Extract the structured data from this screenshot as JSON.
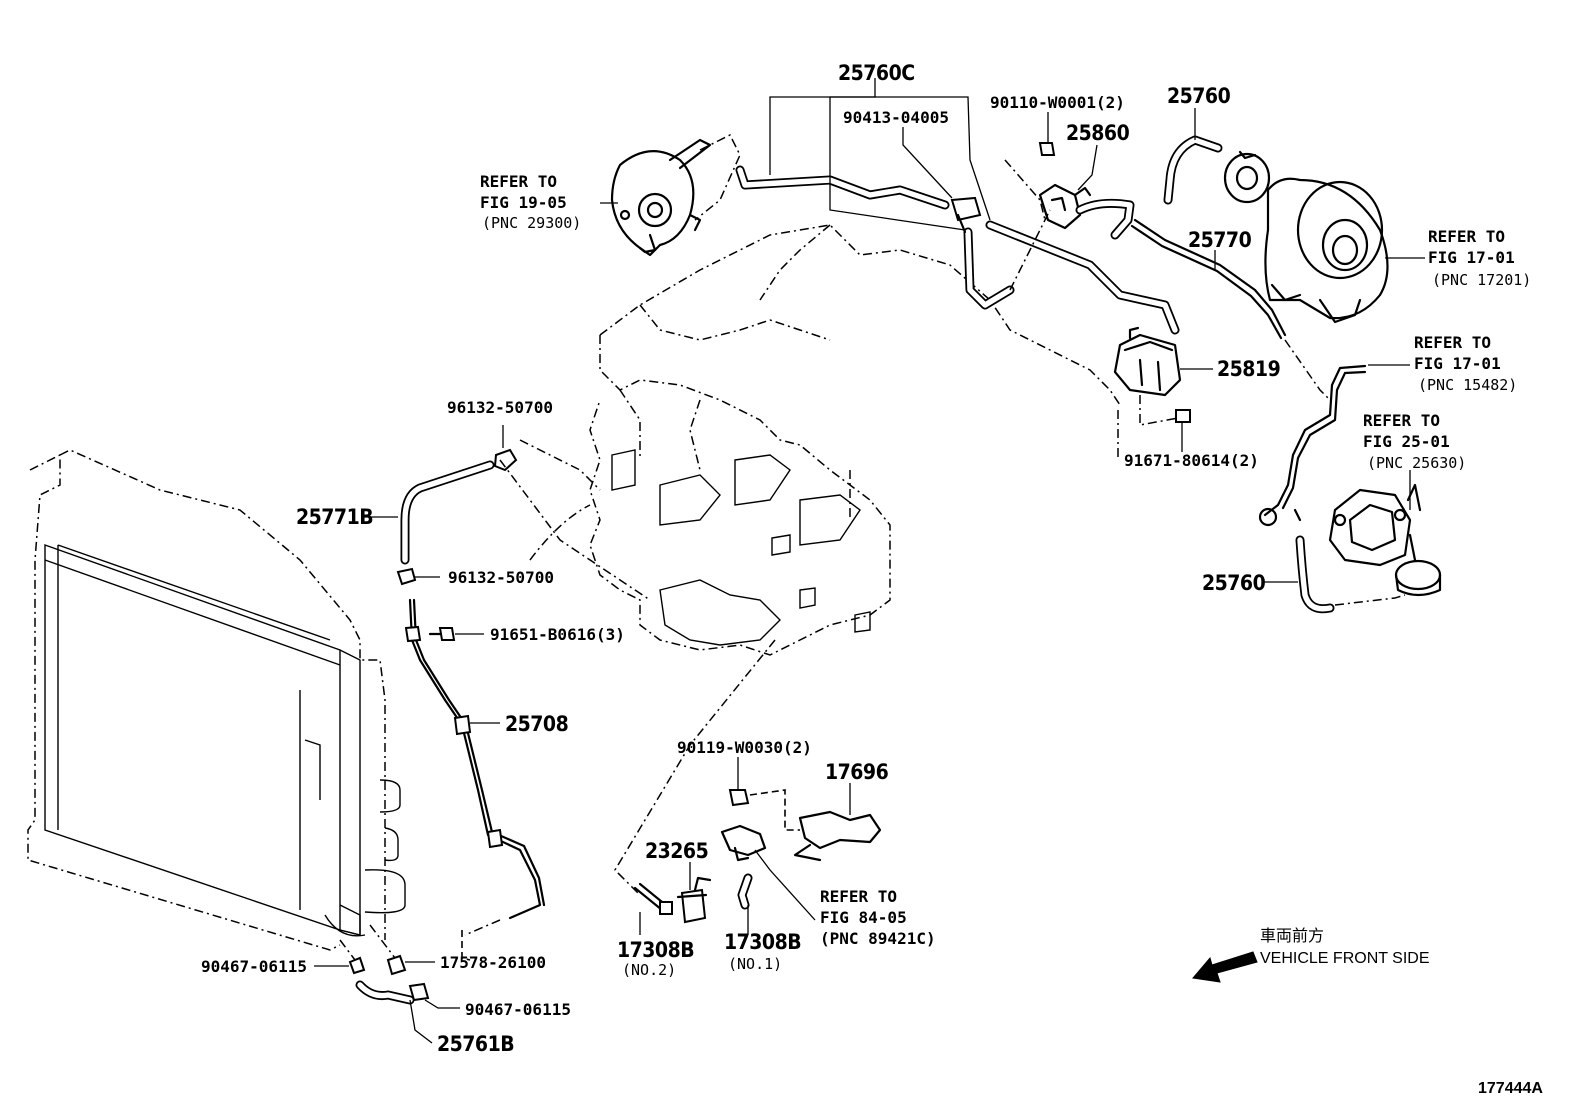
{
  "diagram_id": "177444A",
  "direction": {
    "japanese": "車両前方",
    "english": "VEHICLE FRONT SIDE"
  },
  "labels": {
    "p25760C": "25760C",
    "p90413": "90413-04005",
    "p90110": "90110-W0001(2)",
    "p25860": "25860",
    "p25760_top": "25760",
    "p25770": "25770",
    "p25819": "25819",
    "p91671": "91671-80614(2)",
    "p96132_a": "96132-50700",
    "p25771B": "25771B",
    "p96132_b": "96132-50700",
    "p91651": "91651-B0616(3)",
    "p25708": "25708",
    "p25760_bot": "25760",
    "p90119": "90119-W0030(2)",
    "p17696": "17696",
    "p23265": "23265",
    "p17308B_2": "17308B",
    "p17308B_2_sub": "(NO.2)",
    "p17308B_1": "17308B",
    "p17308B_1_sub": "(NO.1)",
    "p90467_a": "90467-06115",
    "p17578": "17578-26100",
    "p90467_b": "90467-06115",
    "p25761B": "25761B"
  },
  "references": {
    "r1": {
      "line1": "REFER TO",
      "line2": "FIG 19-05",
      "line3": "(PNC 29300)"
    },
    "r2": {
      "line1": "REFER TO",
      "line2": "FIG 17-01",
      "line3": "(PNC 17201)"
    },
    "r3": {
      "line1": "REFER TO",
      "line2": "FIG 17-01",
      "line3": "(PNC 15482)"
    },
    "r4": {
      "line1": "REFER TO",
      "line2": "FIG 25-01",
      "line3": "(PNC 25630)"
    },
    "r5": {
      "line1": "REFER TO",
      "line2": "FIG 84-05",
      "line3": "(PNC 89421C)"
    }
  }
}
